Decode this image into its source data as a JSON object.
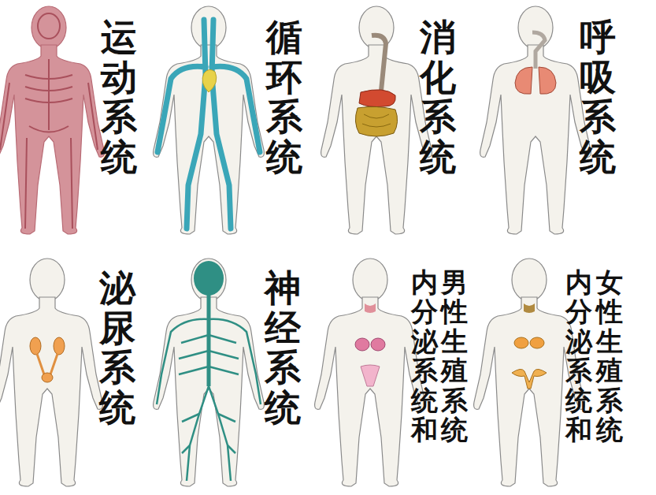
{
  "diagram": {
    "labels": [
      "运动系统",
      "循环系统",
      "消化系统",
      "呼吸系统",
      "泌尿系统",
      "神经系统",
      "内分泌系统和",
      "男性生殖系统",
      "内分泌系统和",
      "女性生殖系统"
    ]
  }
}
